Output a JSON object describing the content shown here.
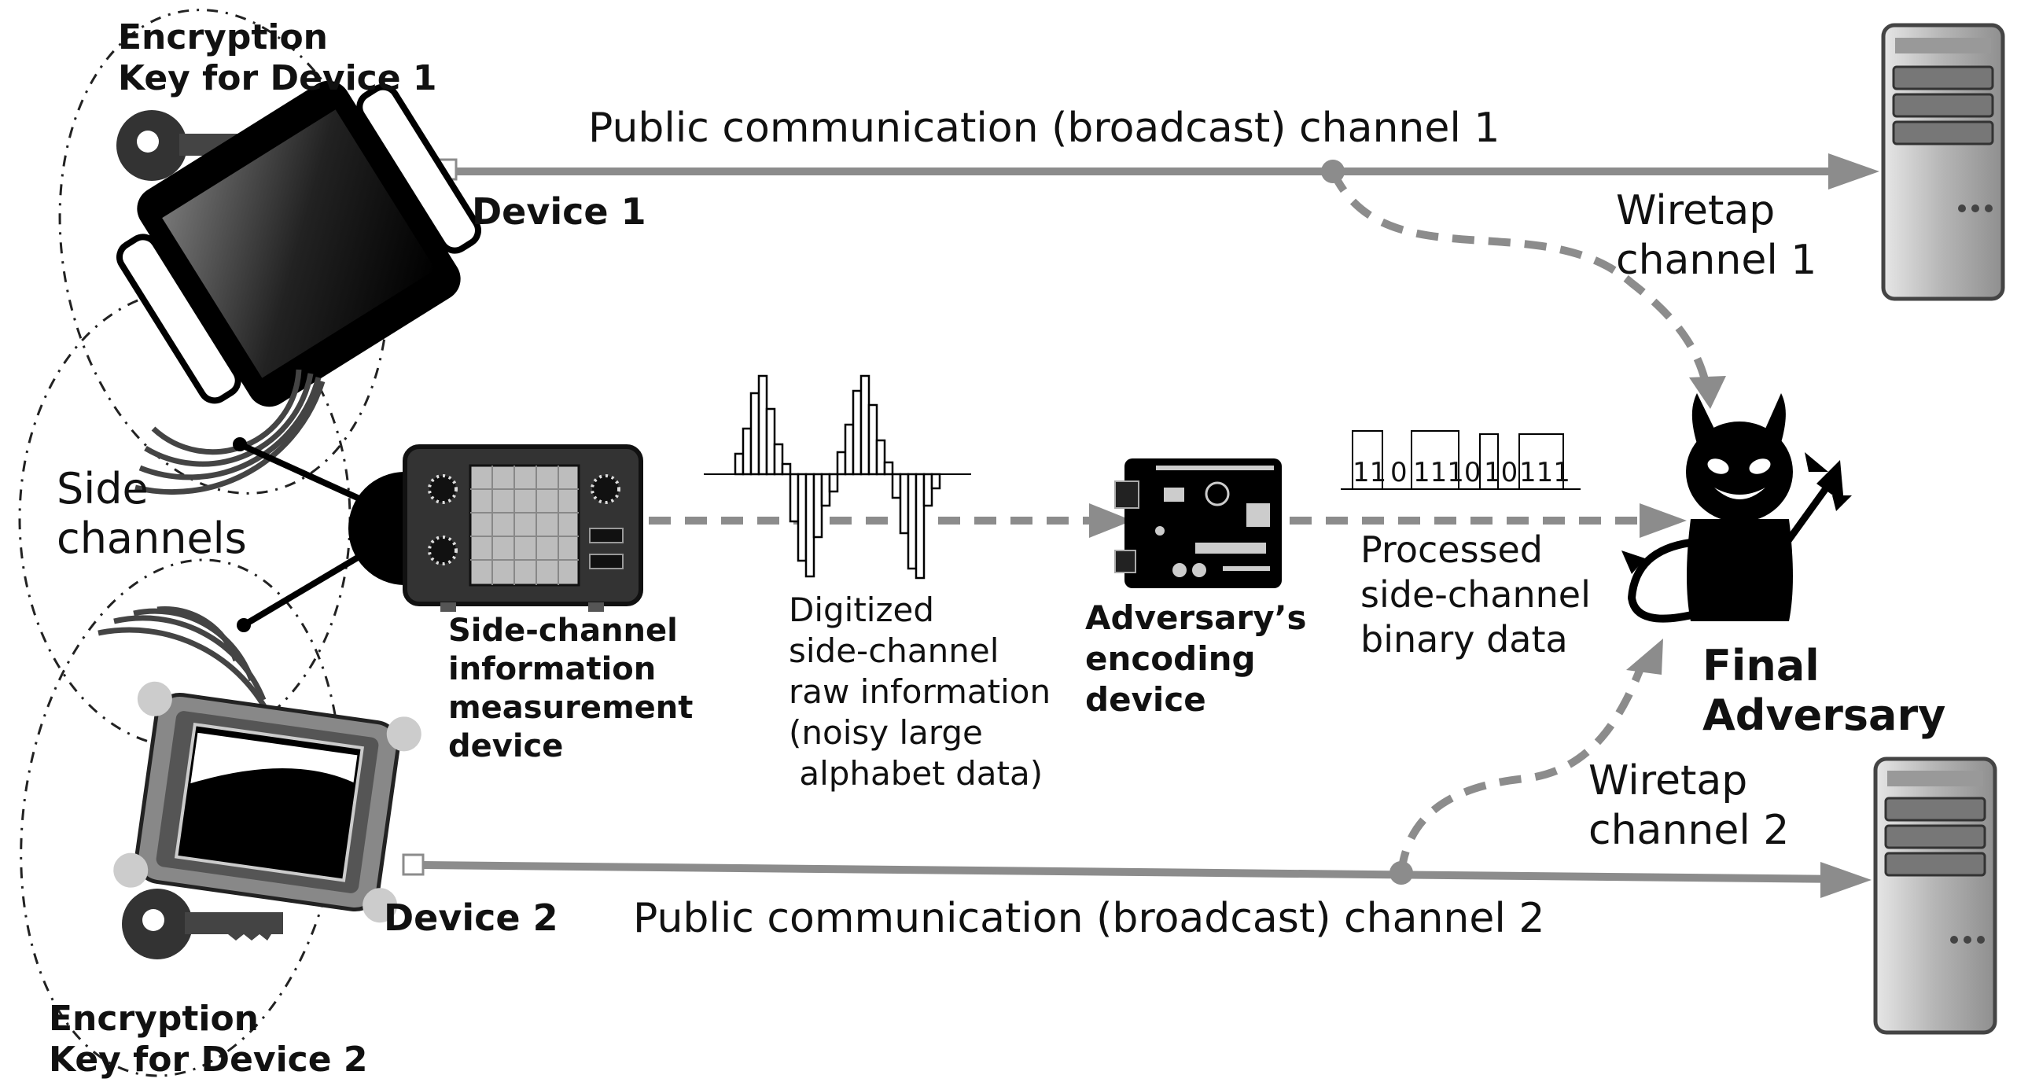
{
  "labels": {
    "key1_line1": "Encryption",
    "key1_line2": "Key for Device 1",
    "key2_line1": "Encryption",
    "key2_line2": "Key for Device 2",
    "device1": "Device 1",
    "device2": "Device 2",
    "channel1": "Public communication (broadcast) channel 1",
    "channel2": "Public communication (broadcast) channel 2",
    "wiretap1_line1": "Wiretap",
    "wiretap1_line2": "channel 1",
    "wiretap2_line1": "Wiretap",
    "wiretap2_line2": "channel 2",
    "side_line1": "Side",
    "side_line2": "channels",
    "measure_line1": "Side-channel",
    "measure_line2": "information",
    "measure_line3": "measurement",
    "measure_line4": "device",
    "digitized_line1": "Digitized",
    "digitized_line2": "side-channel",
    "digitized_line3": "raw information",
    "digitized_line4": "(noisy large",
    "digitized_line5": " alphabet data)",
    "encoder_line1": "Adversary’s",
    "encoder_line2": "encoding",
    "encoder_line3": "device",
    "processed_line1": "Processed",
    "processed_line2": "side-channel",
    "processed_line3": "binary data",
    "final_line1": "Final",
    "final_line2": "Adversary",
    "bits": [
      "11",
      "0",
      "1110",
      "10",
      "111"
    ]
  },
  "icons": {
    "key": "key-icon",
    "phone": "smartphone-icon",
    "tablet": "tablet-icon",
    "server": "server-icon",
    "oscilloscope": "oscilloscope-icon",
    "board": "circuit-board-icon",
    "devil": "devil-icon",
    "waves": "signal-waves-icon"
  },
  "colors": {
    "line": "#8c8c8c",
    "dark": "#111111",
    "server_body": "#a9a9a9"
  }
}
